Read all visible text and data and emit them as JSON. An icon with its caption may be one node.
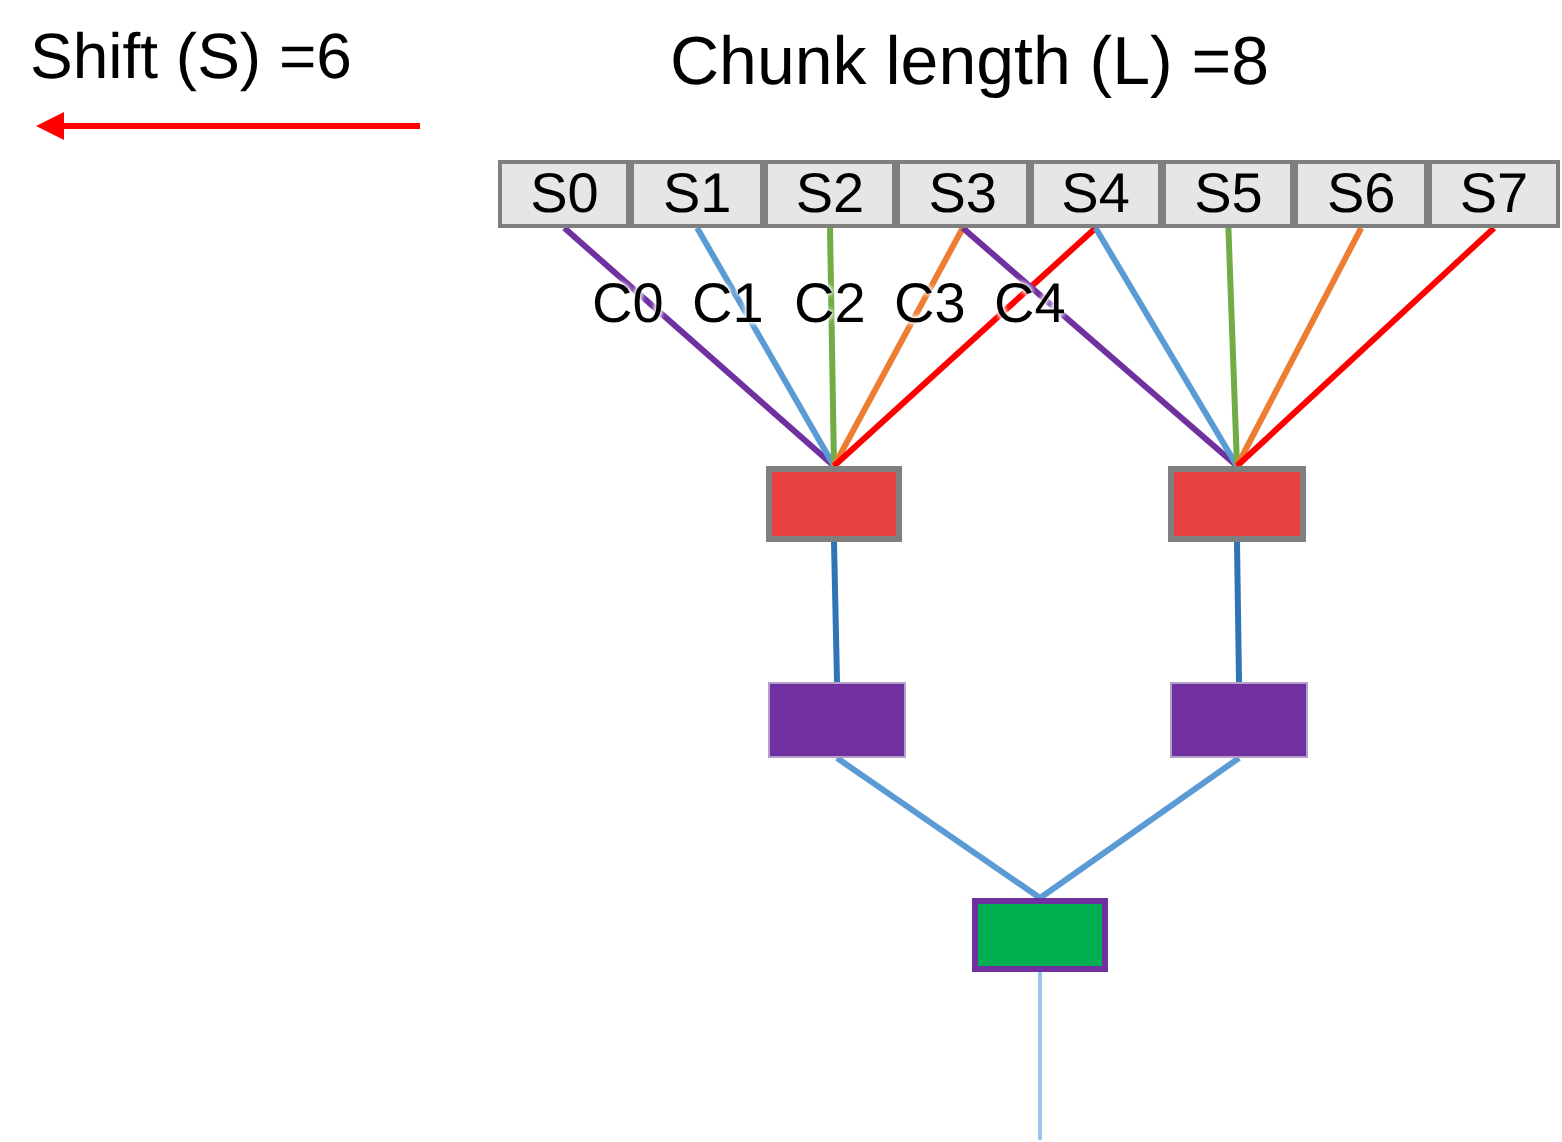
{
  "diagram": {
    "nodes": [
      {
        "text": [
          "S0"
        ]
      },
      {
        "text": [
          "S1"
        ]
      },
      {
        "text": [
          "S2"
        ]
      },
      {
        "text": [
          "S3"
        ]
      },
      {
        "text": [
          "S4"
        ]
      },
      {
        "text": [
          "S5"
        ]
      },
      {
        "text": [
          "S6"
        ]
      },
      {
        "text": [
          "S7"
        ]
      },
      {
        "text": [],
        "shape": "box"
      },
      {
        "text": [],
        "shape": "box"
      },
      {
        "text": [],
        "shape": "box"
      },
      {
        "text": [],
        "shape": "box"
      },
      {
        "text": [],
        "shape": "box"
      }
    ],
    "edges": [
      {
        "from": 0,
        "to": 8,
        "arrow": "none",
        "color": "#7030a0"
      },
      {
        "from": 1,
        "to": 8,
        "arrow": "none"
      },
      {
        "from": 2,
        "to": 8,
        "arrow": "none",
        "color": "#70ad47"
      },
      {
        "from": 3,
        "to": 8,
        "arrow": "none",
        "color": "#ed7d31"
      },
      {
        "from": 4,
        "to": 8,
        "arrow": "none",
        "color": "#ff0000"
      },
      {
        "from": 3,
        "to": 9,
        "arrow": "none",
        "color": "#7030a0"
      },
      {
        "from": 4,
        "to": 9,
        "arrow": "none"
      },
      {
        "from": 5,
        "to": 9,
        "arrow": "none",
        "color": "#70ad47"
      },
      {
        "from": 6,
        "to": 9,
        "arrow": "none",
        "color": "#ed7d31"
      },
      {
        "from": 7,
        "to": 9,
        "arrow": "none",
        "color": "#ff0000"
      },
      {
        "from": 8,
        "to": 10,
        "arrow": "none",
        "color": "#2e75b6"
      },
      {
        "from": 9,
        "to": 11,
        "arrow": "none",
        "color": "#2e75b6"
      },
      {
        "from": 10,
        "to": 12,
        "arrow": "none"
      },
      {
        "from": 11,
        "to": 12,
        "arrow": "none"
      },
      {
        "from": 12,
        "to": null,
        "arrow": "none",
        "color": "#9dc3e6"
      }
    ],
    "labels": [
      "Shift (S) =6",
      "Chunk length (L) =8",
      "C0",
      "C1",
      "C2",
      "C3",
      "C4"
    ]
  }
}
